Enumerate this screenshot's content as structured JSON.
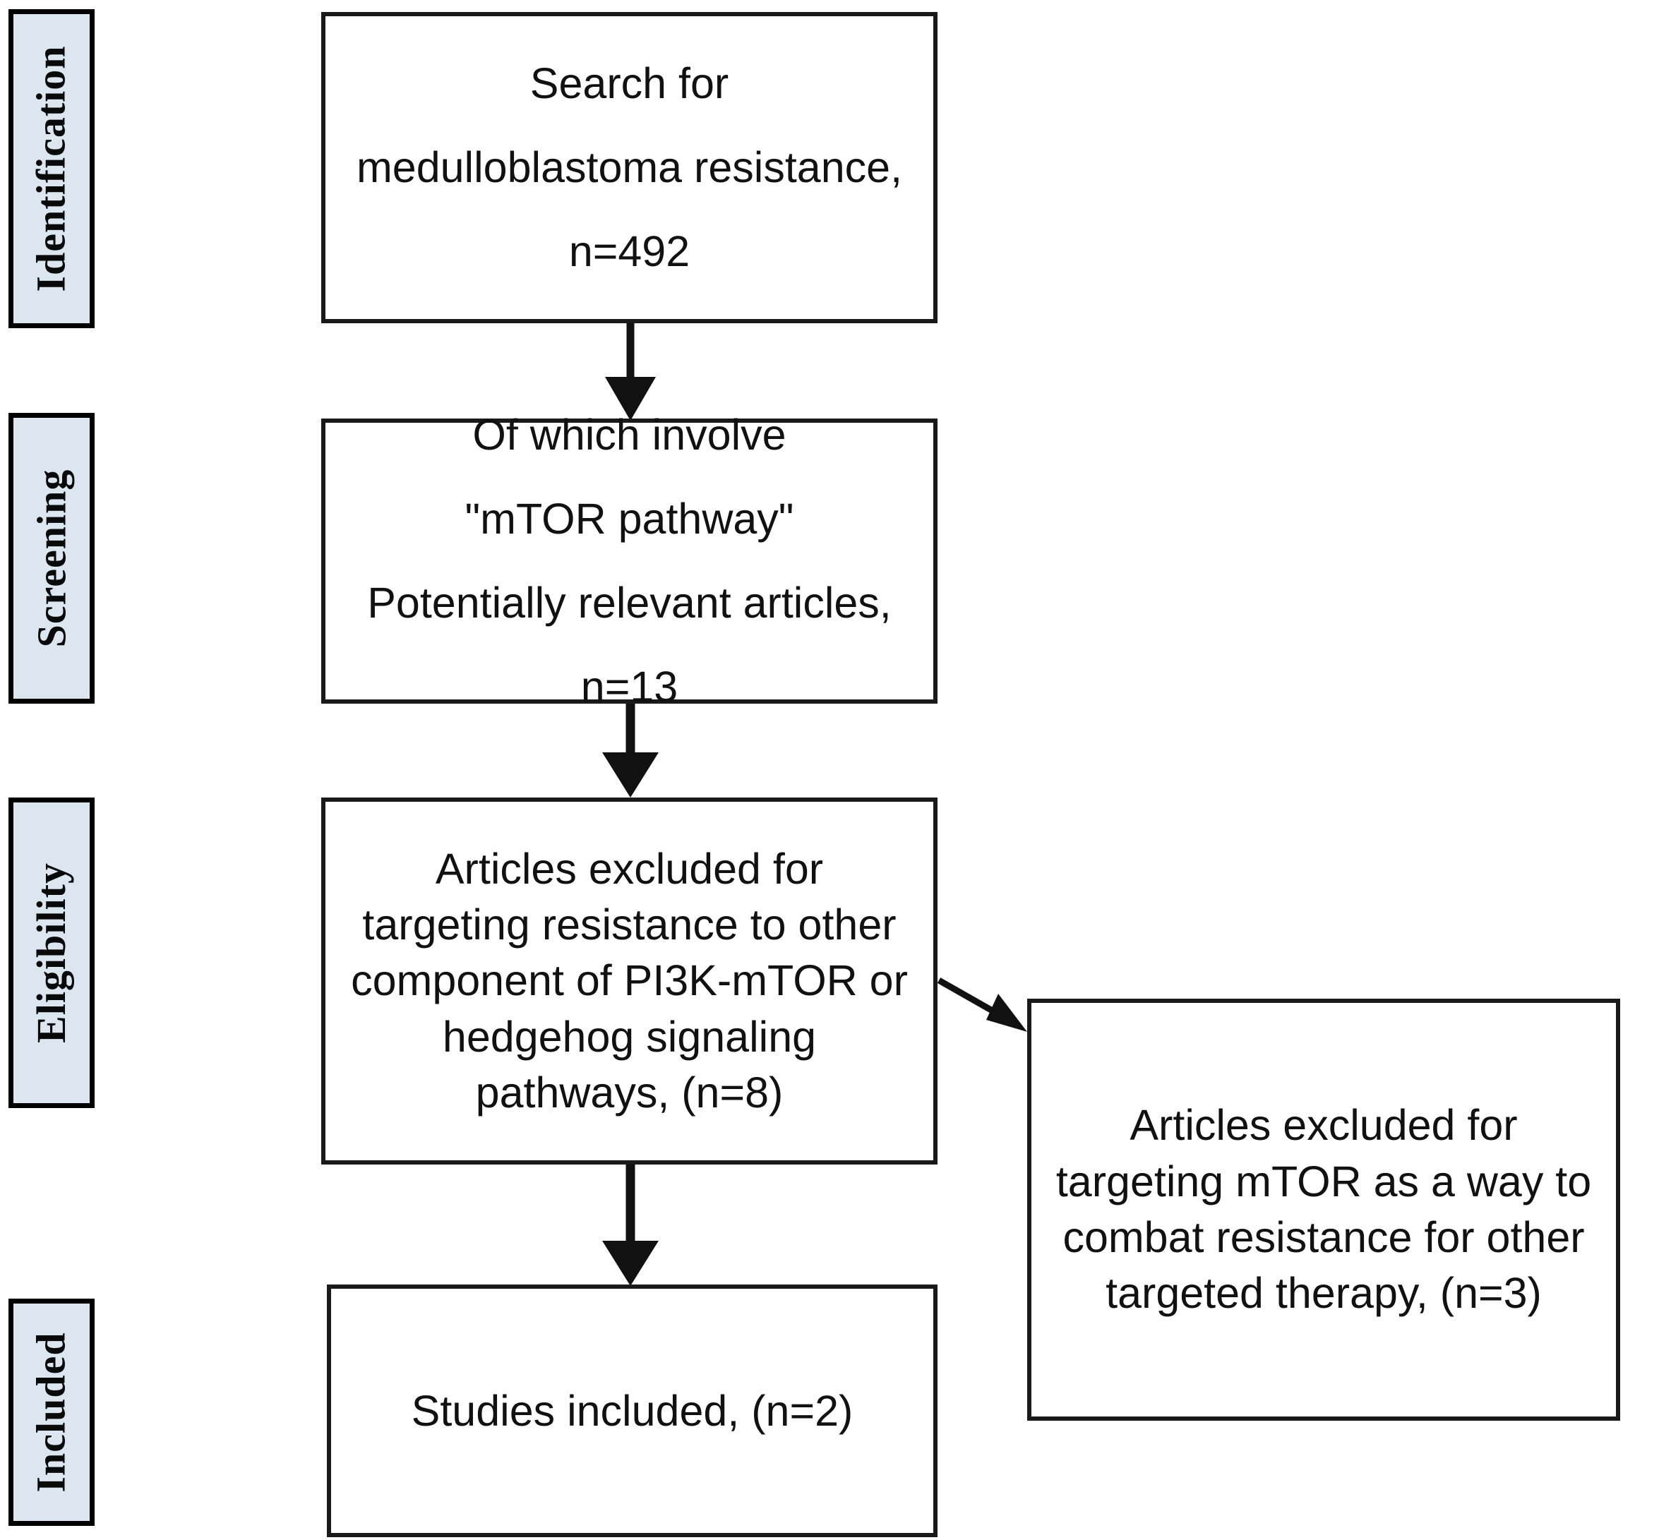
{
  "figure": {
    "type": "prisma-flow-diagram",
    "background_color": "#ffffff",
    "box_border_color": "#1a1a1a",
    "stage_fill_color": "#dce6f1",
    "stage_border_color": "#000000",
    "text_color": "#111111"
  },
  "stages": [
    {
      "id": "identification",
      "label": "Identification"
    },
    {
      "id": "screening",
      "label": "Screening"
    },
    {
      "id": "eligibility",
      "label": "Eligibility"
    },
    {
      "id": "included",
      "label": "Included"
    }
  ],
  "boxes": [
    {
      "id": "search",
      "stage": "identification",
      "text": "Search for\nmedulloblastoma resistance,\nn=492",
      "count_label": "n=492",
      "count": 492
    },
    {
      "id": "screened",
      "stage": "screening",
      "text": "Of which involve\n\"mTOR pathway\"\nPotentially relevant articles,\nn=13",
      "count_label": "n=13",
      "count": 13
    },
    {
      "id": "excluded-other-components",
      "stage": "eligibility",
      "text": "Articles excluded for\ntargeting resistance to other\ncomponent of PI3K-mTOR or\nhedgehog signaling\npathways, (n=8)",
      "count_label": "(n=8)",
      "count": 8
    },
    {
      "id": "excluded-mtor-combat",
      "stage": "eligibility",
      "text": "Articles excluded for\ntargeting mTOR as a way to\ncombat resistance for other\ntargeted therapy,  (n=3)",
      "count_label": "(n=3)",
      "count": 3
    },
    {
      "id": "studies-included",
      "stage": "included",
      "text": "Studies included, (n=2)",
      "count_label": "(n=2)",
      "count": 2
    }
  ],
  "arrows": [
    {
      "id": "search-to-screened",
      "from": "search",
      "to": "screened",
      "direction": "down",
      "style": "solid-filled-head"
    },
    {
      "id": "screened-to-excluded",
      "from": "screened",
      "to": "excluded-other-components",
      "direction": "down",
      "style": "solid-filled-head"
    },
    {
      "id": "excluded-to-mtor-combat",
      "from": "excluded-other-components",
      "to": "excluded-mtor-combat",
      "direction": "diagonal-down-right",
      "style": "thin-filled-head"
    },
    {
      "id": "excluded-to-included",
      "from": "excluded-other-components",
      "to": "studies-included",
      "direction": "down",
      "style": "solid-filled-head"
    }
  ]
}
